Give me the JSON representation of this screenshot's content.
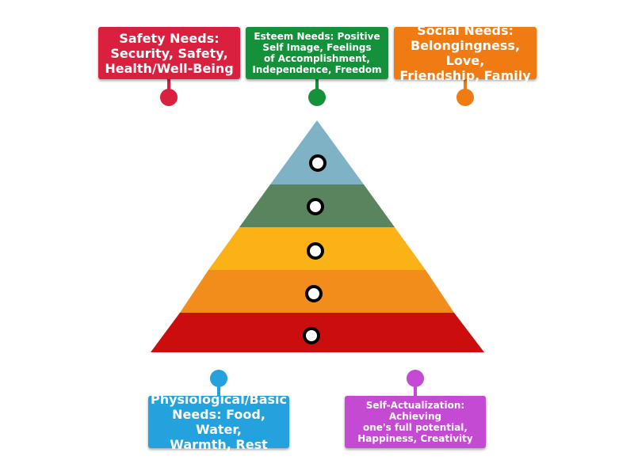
{
  "labels": {
    "safety": {
      "text": "Safety Needs:\nSecurity, Safety,\nHealth/Well-Being",
      "color": "#d9213f"
    },
    "esteem": {
      "text": "Esteem Needs: Positive\nSelf Image, Feelings\nof Accomplishment,\nIndependence, Freedom",
      "color": "#14913a"
    },
    "social": {
      "text": "Social Needs:\nBelongingness, Love,\nFriendship, Family",
      "color": "#f07b12"
    },
    "physiological": {
      "text": "Physiological/Basic\nNeeds: Food, Water,\nWarmth, Rest",
      "color": "#23a2de"
    },
    "selfact": {
      "text": "Self-Actualization:\nAchieving\none's full potential,\nHappiness, Creativity",
      "color": "#c54ad3"
    }
  },
  "pyramid": {
    "tiers": [
      {
        "color": "#7fb2c4"
      },
      {
        "color": "#5a845d"
      },
      {
        "color": "#fbb217"
      },
      {
        "color": "#f28d1c"
      },
      {
        "color": "#cc0d0d"
      }
    ]
  }
}
